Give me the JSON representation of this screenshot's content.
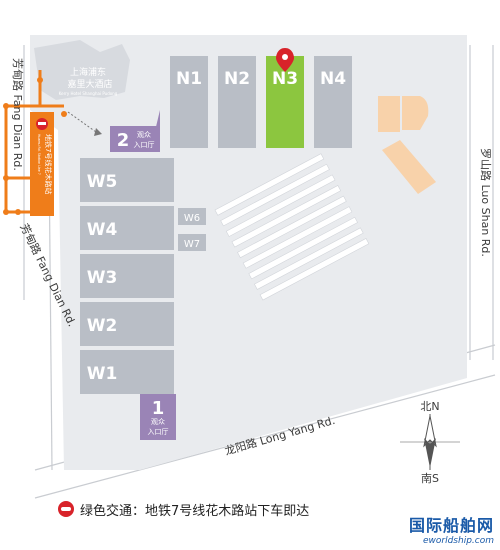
{
  "halls": {
    "north": [
      "N1",
      "N2",
      "N3",
      "N4"
    ],
    "west": [
      "W5",
      "W4",
      "W3",
      "W2",
      "W1"
    ],
    "west_small": [
      "W6",
      "W7"
    ]
  },
  "hotel": {
    "name_cn_line1": "上海浦东",
    "name_cn_line2": "嘉里大酒店",
    "name_en": "Kerry Hotel Shanghai Pudong"
  },
  "entrances": [
    {
      "number": "2",
      "label_line1": "观众",
      "label_line2": "入口厅"
    },
    {
      "number": "1",
      "label_line1": "观众",
      "label_line2": "入口厅"
    }
  ],
  "metro_station": {
    "label": "地铁7号线花木路站",
    "sub": "Huamu Rd. Station Line 7"
  },
  "roads": {
    "fangdian_top": "芳甸路 Fang Dian Rd.",
    "fangdian_bottom": "芳甸路 Fang Dian Rd.",
    "luoshan": "罗山路 Luo Shan Rd.",
    "longyang": "龙阳路 Long Yang Rd."
  },
  "compass": {
    "north": "北N",
    "south": "南S"
  },
  "legend": {
    "text": "绿色交通：地铁7号线花木路站下车即达"
  },
  "watermark": {
    "cn": "国际船舶网",
    "en": "eworldship.com"
  },
  "colors": {
    "site": "#e9ebee",
    "hall": "#b9bec6",
    "highlight_hall": "#8cc63f",
    "entrance": "#9a84b6",
    "metro": "#ef7d1a",
    "pin": "#d8232a",
    "orange_building": "#f8d2aa"
  }
}
